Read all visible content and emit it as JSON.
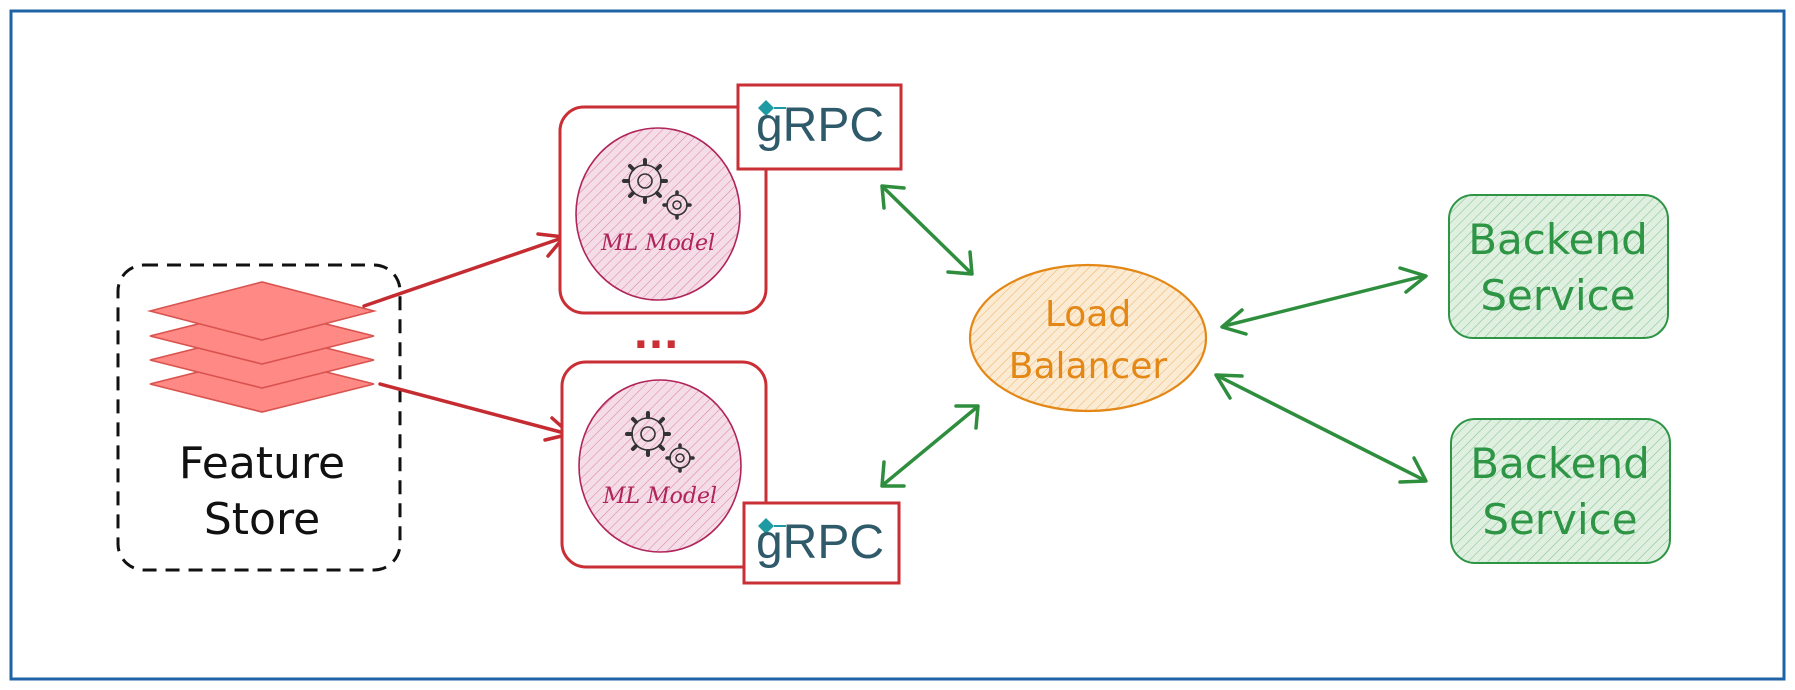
{
  "feature_store": {
    "line1": "Feature",
    "line2": "Store"
  },
  "ml_models": [
    {
      "label": "ML Model",
      "protocol": "gRPC"
    },
    {
      "label": "ML Model",
      "protocol": "gRPC"
    }
  ],
  "ellipsis": "...",
  "load_balancer": {
    "line1": "Load",
    "line2": "Balancer"
  },
  "backend_services": [
    {
      "line1": "Backend",
      "line2": "Service"
    },
    {
      "line1": "Backend",
      "line2": "Service"
    }
  ],
  "colors": {
    "frame": "#1f63a6",
    "feature_layers": "#ff8a85",
    "model_border": "#c92f35",
    "model_fill": "#f0d3df",
    "ml_arrow": "#c42c31",
    "grpc_text": "#2f5a6a",
    "grpc_logo": "#1e9aa3",
    "lb_color": "#e38816",
    "lb_fill": "#fbe4c6",
    "backend_color": "#2e9545",
    "backend_fill": "#d6ecd9",
    "green_arrow": "#2e8e3e"
  },
  "icons": [
    "gears-icon",
    "grpc-logo-icon",
    "layers-icon"
  ]
}
